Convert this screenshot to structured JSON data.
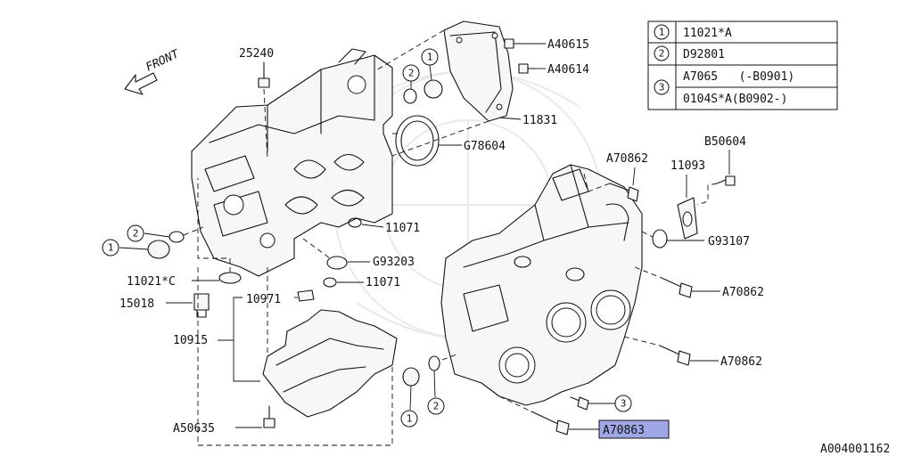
{
  "diagram": {
    "doc_code": "A004001162",
    "front_label": "FRONT",
    "labels": {
      "p25240": "25240",
      "pA40615": "A40615",
      "pA40614": "A40614",
      "p11831": "11831",
      "pG78604": "G78604",
      "pA70862_top": "A70862",
      "p11093": "11093",
      "pB50604": "B50604",
      "pG93107": "G93107",
      "p11071_a": "11071",
      "pG93203": "G93203",
      "p11071_b": "11071",
      "p11021C": "11021*C",
      "p15018": "15018",
      "p10971": "10971",
      "p10915": "10915",
      "pA70862_mid": "A70862",
      "pA70862_low": "A70862",
      "pA50635": "A50635",
      "pA70863": "A70863"
    },
    "callouts": {
      "c1_left": "1",
      "c2_left": "2",
      "c1_top": "1",
      "c2_top": "2",
      "c1_bottom": "1",
      "c2_bottom": "2",
      "c3_bottom": "3"
    },
    "legend": [
      {
        "key": "1",
        "part": "11021*A"
      },
      {
        "key": "2",
        "part": "D92801"
      },
      {
        "key": "3",
        "part": "A7065   (-B0901)",
        "part2": "0104S*A(B0902-)"
      }
    ]
  }
}
